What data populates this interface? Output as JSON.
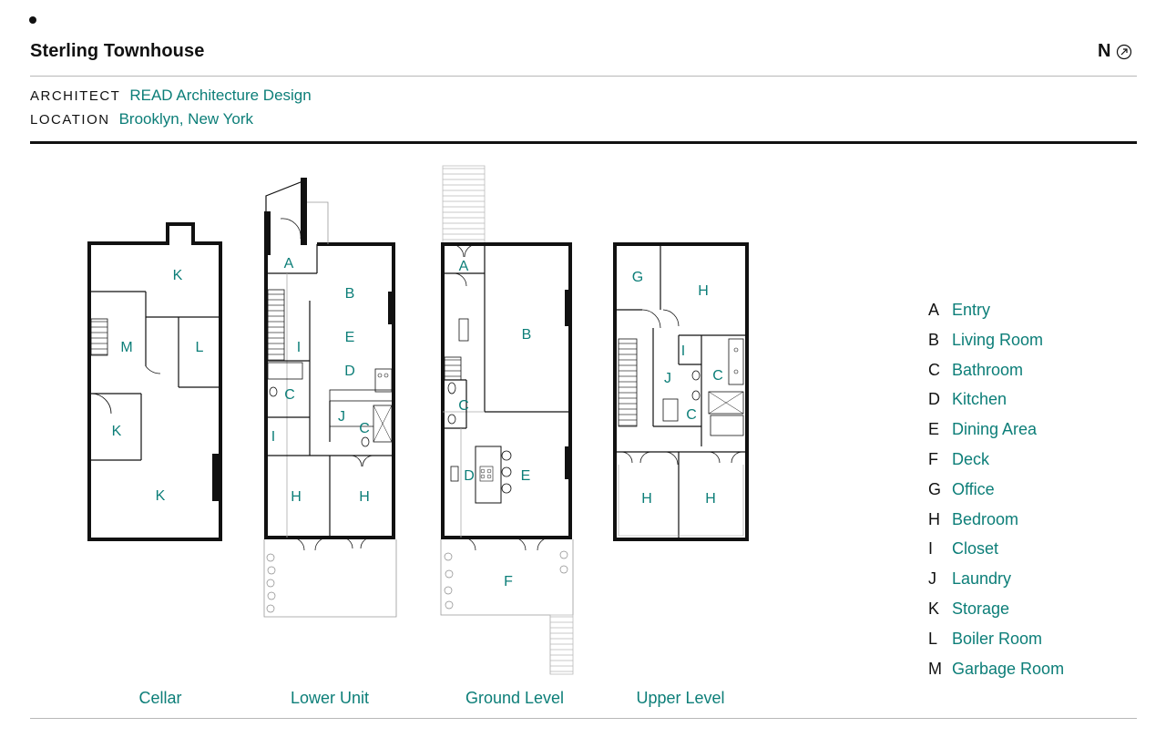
{
  "project": {
    "title": "Sterling Townhouse",
    "north_label": "N",
    "architect_label": "ARCHITECT",
    "architect_value": "READ Architecture Design",
    "location_label": "LOCATION",
    "location_value": "Brooklyn, New York"
  },
  "colors": {
    "accent": "#0c7e78",
    "ink": "#111111",
    "rule": "#b8b8b8"
  },
  "plans": [
    {
      "caption": "Cellar",
      "labels": [
        "K",
        "M",
        "L",
        "K",
        "K"
      ]
    },
    {
      "caption": "Lower Unit",
      "labels": [
        "A",
        "B",
        "E",
        "I",
        "D",
        "C",
        "J",
        "C",
        "I",
        "H",
        "H"
      ]
    },
    {
      "caption": "Ground Level",
      "labels": [
        "A",
        "B",
        "C",
        "D",
        "E",
        "F"
      ]
    },
    {
      "caption": "Upper Level",
      "labels": [
        "G",
        "H",
        "I",
        "J",
        "C",
        "C",
        "H",
        "H"
      ]
    }
  ],
  "legend": [
    {
      "key": "A",
      "label": "Entry"
    },
    {
      "key": "B",
      "label": "Living Room"
    },
    {
      "key": "C",
      "label": "Bathroom"
    },
    {
      "key": "D",
      "label": "Kitchen"
    },
    {
      "key": "E",
      "label": "Dining Area"
    },
    {
      "key": "F",
      "label": "Deck"
    },
    {
      "key": "G",
      "label": "Office"
    },
    {
      "key": "H",
      "label": "Bedroom"
    },
    {
      "key": "I",
      "label": "Closet"
    },
    {
      "key": "J",
      "label": "Laundry"
    },
    {
      "key": "K",
      "label": "Storage"
    },
    {
      "key": "L",
      "label": "Boiler Room"
    },
    {
      "key": "M",
      "label": "Garbage Room"
    }
  ]
}
